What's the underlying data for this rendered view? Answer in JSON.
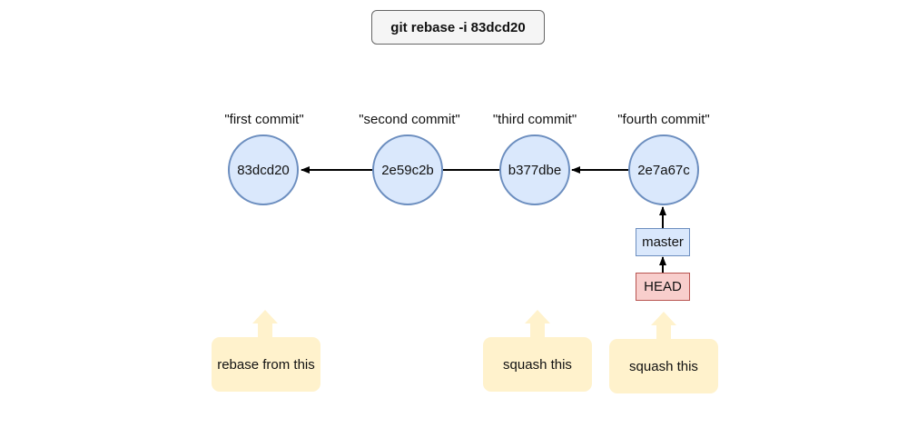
{
  "command": {
    "prefix": "git rebase -i ",
    "hash": "83dcd20"
  },
  "commits": [
    {
      "hash": "83dcd20",
      "message": "\"first commit\""
    },
    {
      "hash": "2e59c2b",
      "message": "\"second commit\""
    },
    {
      "hash": "b377dbe",
      "message": "\"third commit\""
    },
    {
      "hash": "2e7a67c",
      "message": "\"fourth commit\""
    }
  ],
  "refs": {
    "branch": "master",
    "head": "HEAD"
  },
  "notes": {
    "rebase_from": "rebase from this",
    "squash_third": "squash this",
    "squash_fourth": "squash this"
  },
  "colors": {
    "commit_fill": "#dae8fc",
    "commit_stroke": "#6c8ebf",
    "head_fill": "#f8cecc",
    "head_stroke": "#b85450",
    "note_fill": "#fff2cc",
    "arrow": "#000000"
  }
}
